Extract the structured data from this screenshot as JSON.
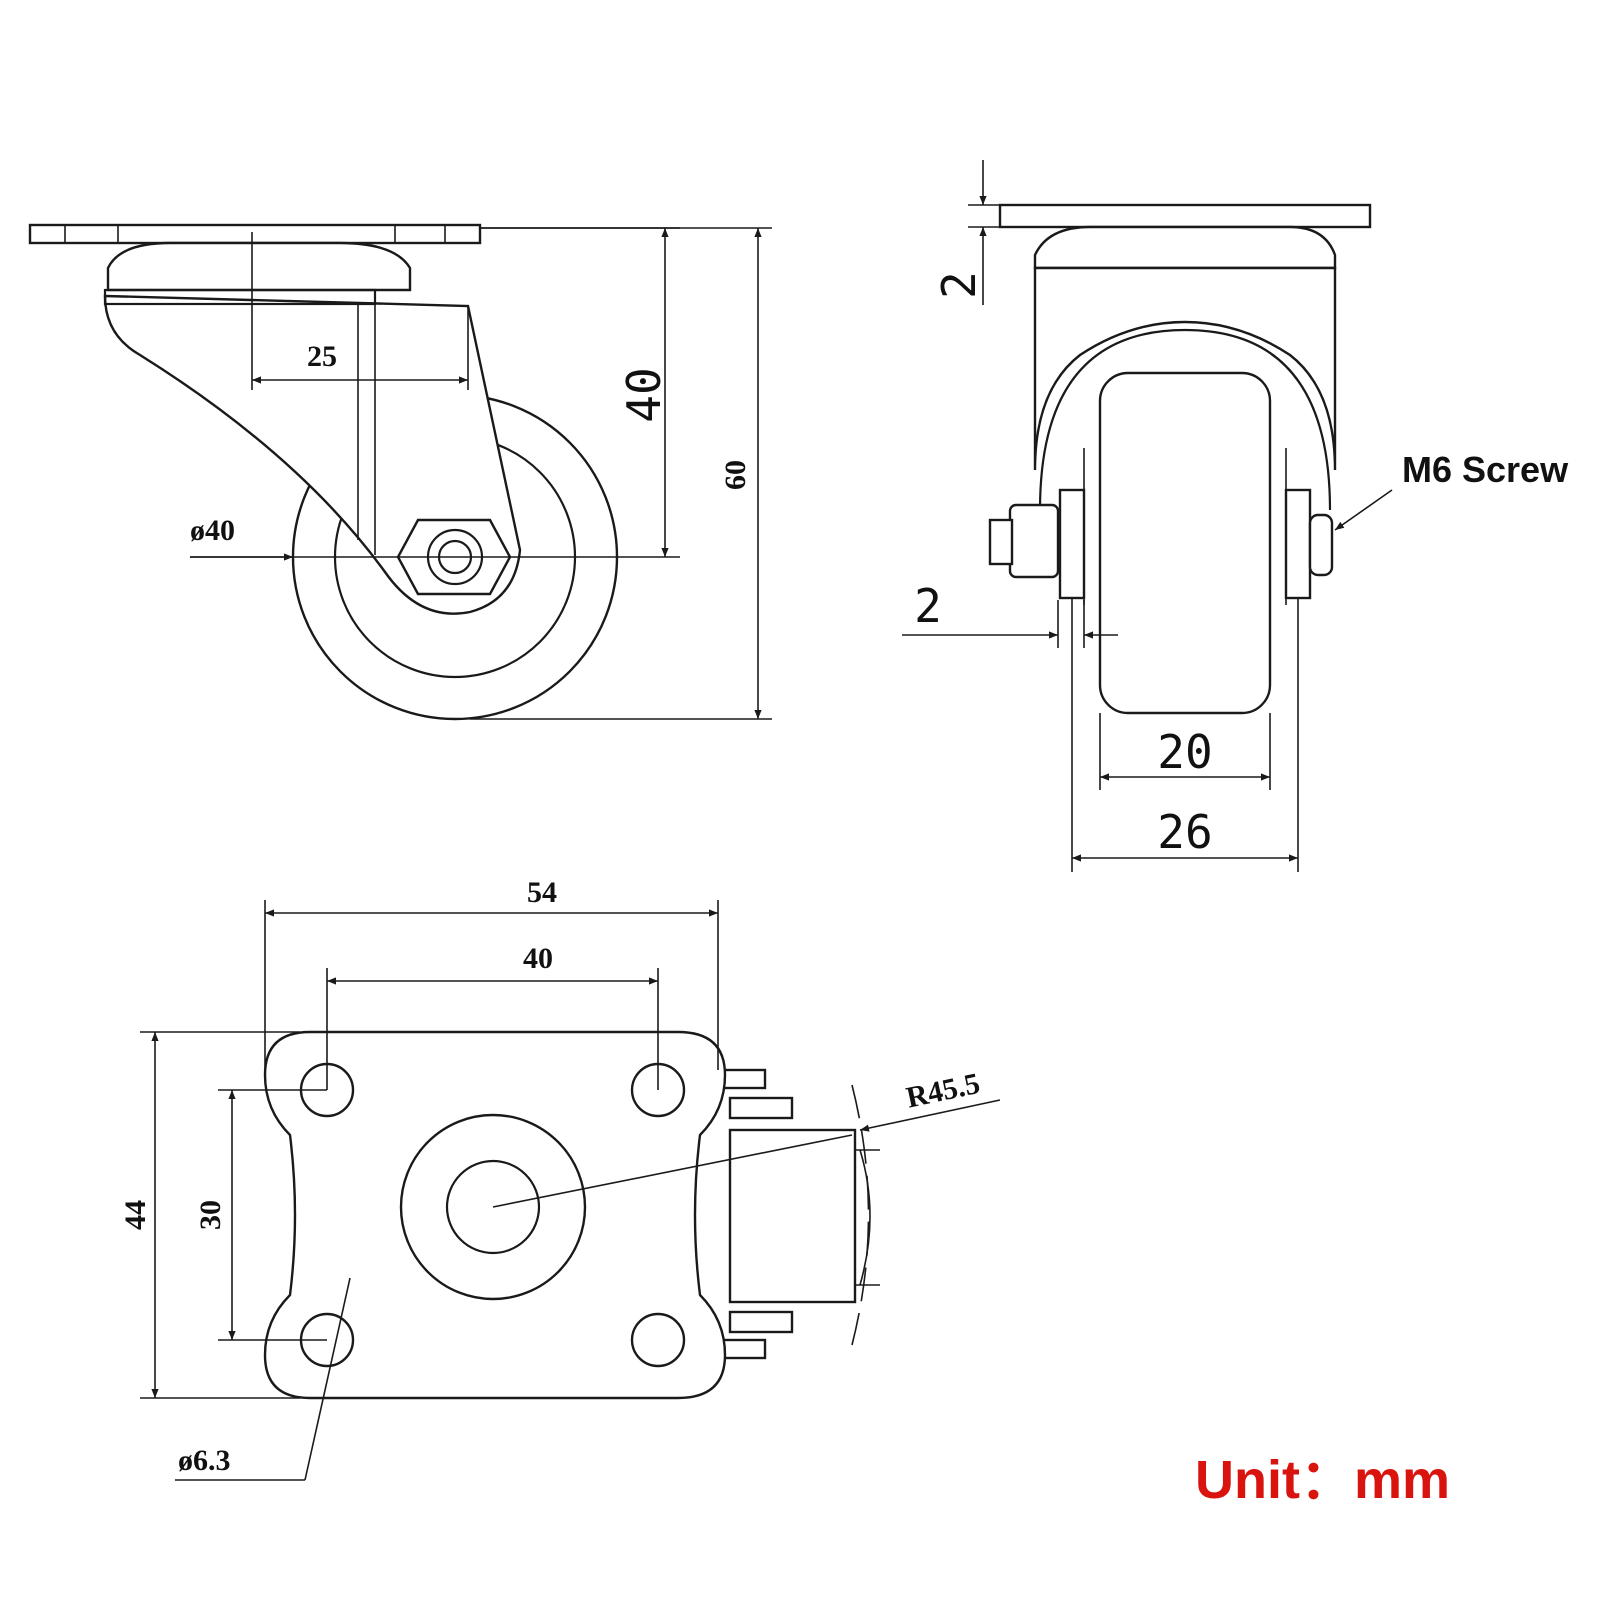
{
  "colors": {
    "line": "#1a1a1a",
    "unit_text": "#d9140f"
  },
  "side_view": {
    "offset": "25",
    "height_to_axle": "40",
    "total_height": "60",
    "wheel_diameter": "ø40"
  },
  "front_view": {
    "plate_thickness": "2",
    "fork_thickness": "2",
    "wheel_width": "20",
    "fork_width": "26",
    "screw_label": "M6 Screw"
  },
  "top_view": {
    "plate_length": "54",
    "hole_spacing_length": "40",
    "plate_width": "44",
    "hole_spacing_width": "30",
    "swivel_radius": "R45.5",
    "hole_diameter": "ø6.3"
  },
  "unit_label": "Unit：mm"
}
